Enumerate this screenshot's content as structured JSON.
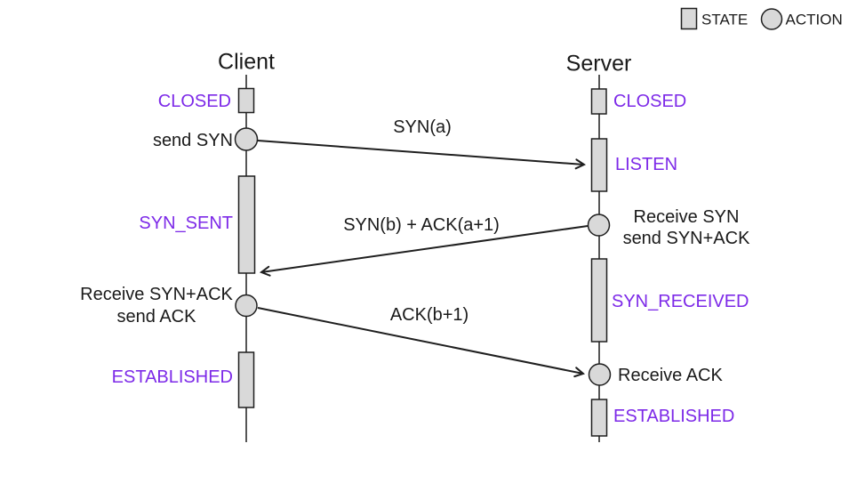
{
  "legend": {
    "state_label": "STATE",
    "action_label": "ACTION"
  },
  "client": {
    "title": "Client",
    "states": [
      {
        "label": "CLOSED"
      },
      {
        "label": "SYN_SENT"
      },
      {
        "label": "ESTABLISHED"
      }
    ],
    "actions": [
      {
        "lines": [
          "send SYN"
        ]
      },
      {
        "lines": [
          "Receive SYN+ACK",
          "send ACK"
        ]
      }
    ]
  },
  "server": {
    "title": "Server",
    "states": [
      {
        "label": "CLOSED"
      },
      {
        "label": "LISTEN"
      },
      {
        "label": "SYN_RECEIVED"
      },
      {
        "label": "ESTABLISHED"
      }
    ],
    "actions": [
      {
        "lines": [
          "Receive SYN",
          "send SYN+ACK"
        ]
      },
      {
        "lines": [
          "Receive ACK"
        ]
      }
    ]
  },
  "messages": [
    {
      "label": "SYN(a)",
      "from": "client",
      "to": "server"
    },
    {
      "label": "SYN(b) + ACK(a+1)",
      "from": "server",
      "to": "client"
    },
    {
      "label": "ACK(b+1)",
      "from": "client",
      "to": "server"
    }
  ],
  "colors": {
    "state_fill": "#d9d9d9",
    "stroke": "#1f1f1f",
    "state_label_color": "#7d2ae8",
    "text_color": "#1a1a1a"
  }
}
